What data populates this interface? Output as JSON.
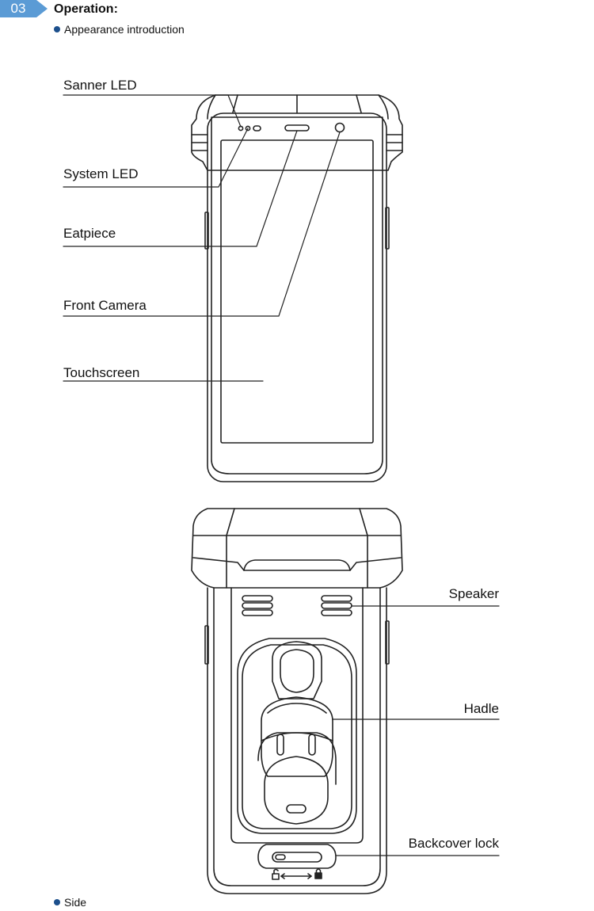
{
  "header": {
    "section_number": "03",
    "title": "Operation:",
    "subtitle": "Appearance introduction",
    "badge_color": "#5b9bd5",
    "bullet_color": "#1c4f8c"
  },
  "front_view": {
    "labels": {
      "scanner_led": "Sanner LED",
      "system_led": "System LED",
      "earpiece": "Eatpiece",
      "front_camera": "Front Camera",
      "touchscreen": "Touchscreen"
    }
  },
  "back_view": {
    "labels": {
      "speaker": "Speaker",
      "handle": "Hadle",
      "backcover_lock": "Backcover lock"
    }
  },
  "footer": {
    "bullet": "Side"
  }
}
